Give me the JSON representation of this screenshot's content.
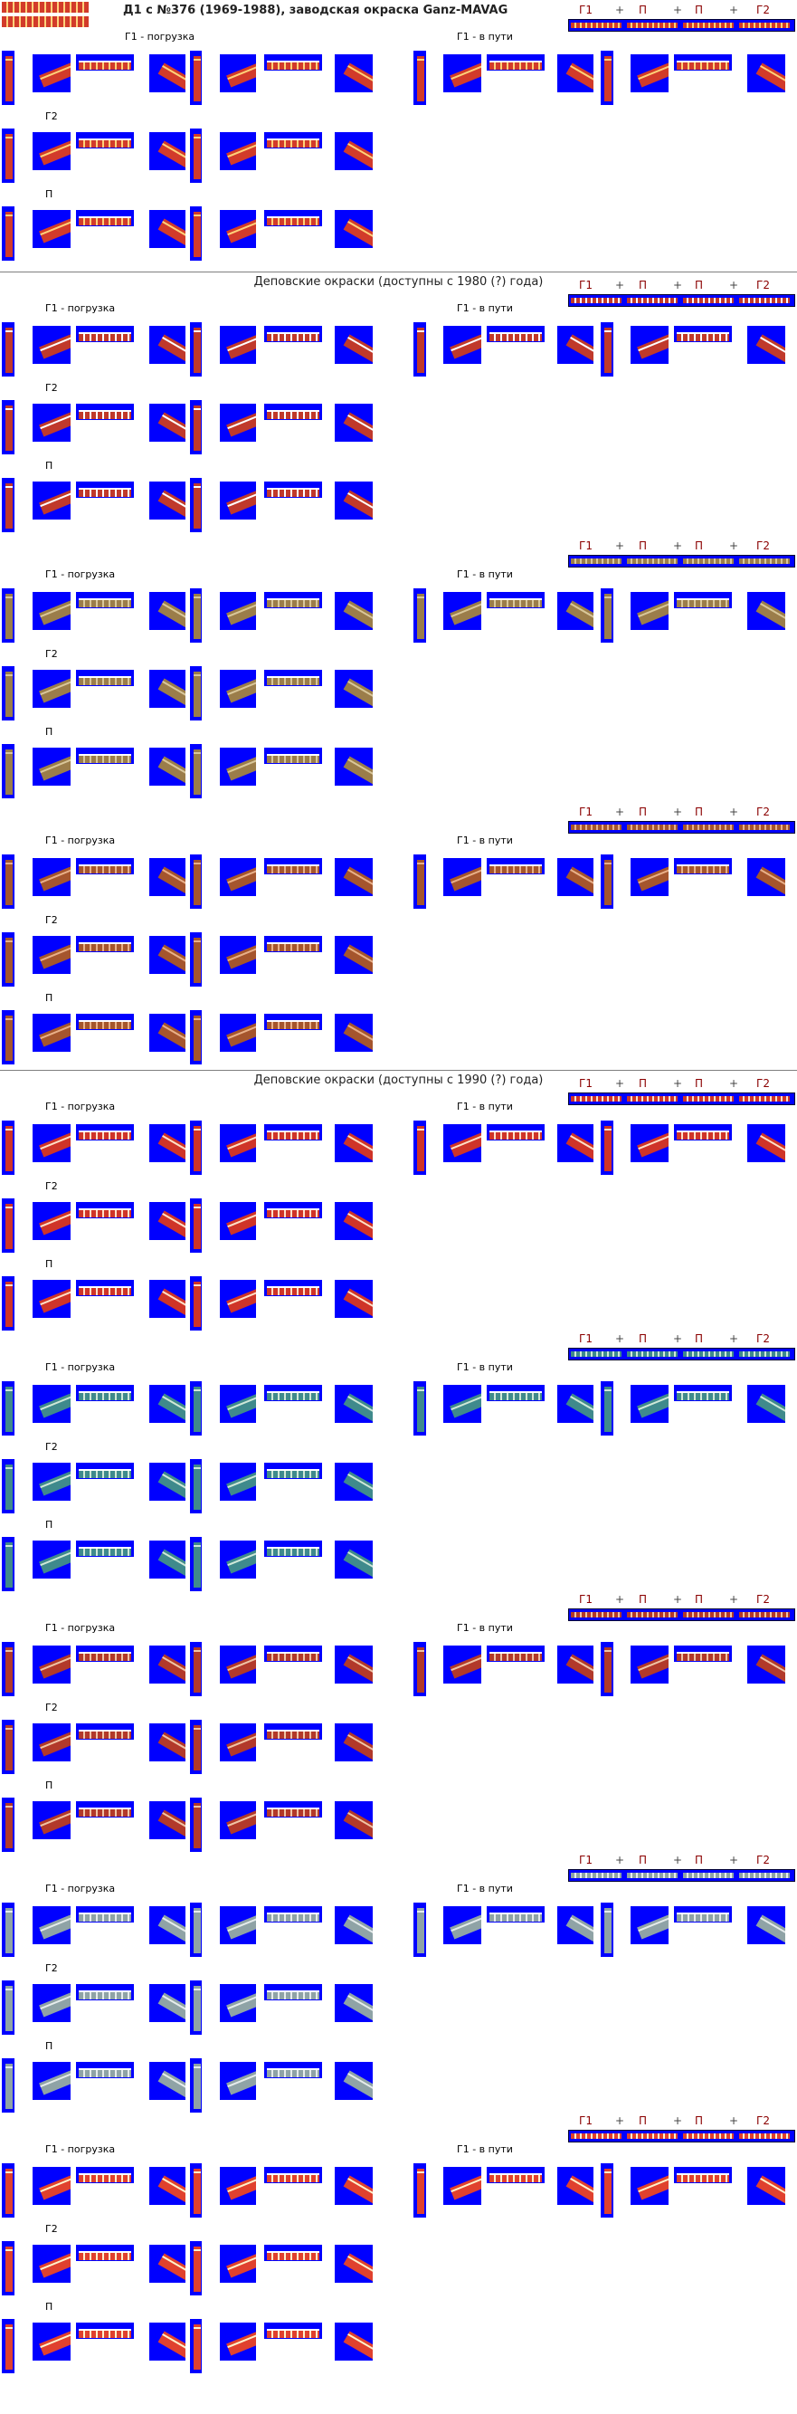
{
  "page": {
    "title": "Д1 с №376 (1969-1988), заводская окраска Ganz-MAVAG",
    "labels": {
      "g1_loading": "Г1 - погрузка",
      "g1_route": "Г1 - в пути",
      "g2": "Г2",
      "p": "П"
    },
    "sequence": [
      "Г1",
      "+",
      "П",
      "+",
      "П",
      "+",
      "Г2"
    ]
  },
  "colors": {
    "tile_background": "#0000ff",
    "divider": "#7f7f7f",
    "sequence_text": "#8b0000"
  },
  "sections": [
    {
      "id": "s1",
      "heading": "",
      "scheme": "factory-red",
      "car_color": "#d23b2a",
      "accent": "#ffd27a"
    },
    {
      "id": "s2",
      "heading": "Деповские окраски (доступны с 1980 (?) года)",
      "scheme": "depot-red",
      "car_color": "#c0392b",
      "accent": "#ffffff"
    },
    {
      "id": "s3",
      "heading": "",
      "scheme": "depot-khaki",
      "car_color": "#9b7d4a",
      "accent": "#d9c79a"
    },
    {
      "id": "s4",
      "heading": "",
      "scheme": "depot-brown",
      "car_color": "#a5552d",
      "accent": "#e9b089"
    },
    {
      "id": "s5",
      "heading": "Деповские окраски (доступны с 1990 (?) года)",
      "scheme": "depot-red-90",
      "car_color": "#cf3428",
      "accent": "#ffe0c8"
    },
    {
      "id": "s6",
      "heading": "",
      "scheme": "depot-teal",
      "car_color": "#3f8a8c",
      "accent": "#cfe8d8"
    },
    {
      "id": "s7",
      "heading": "",
      "scheme": "depot-redbrown",
      "car_color": "#b2392a",
      "accent": "#f0c4a6"
    },
    {
      "id": "s8",
      "heading": "",
      "scheme": "depot-grey",
      "car_color": "#8fa3a6",
      "accent": "#e6ecec"
    },
    {
      "id": "s9",
      "heading": "",
      "scheme": "depot-bright-red",
      "car_color": "#e0412e",
      "accent": "#fff2cc"
    }
  ]
}
